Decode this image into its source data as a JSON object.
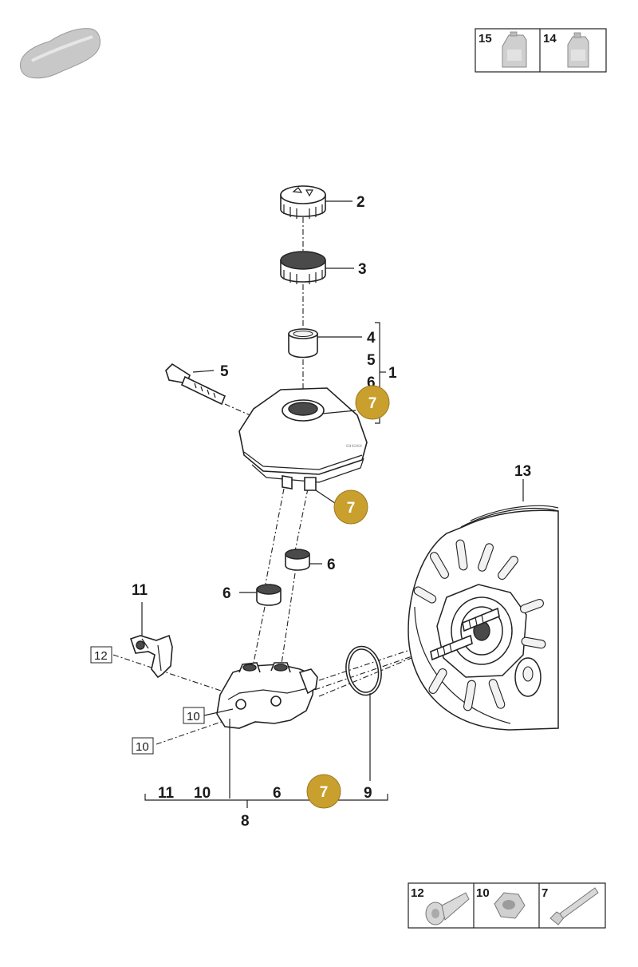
{
  "header_table": [
    {
      "number": "15",
      "icon": "oil-canister-icon"
    },
    {
      "number": "14",
      "icon": "oil-canister-icon"
    }
  ],
  "footer_table": [
    {
      "number": "12",
      "icon": "bolt-icon"
    },
    {
      "number": "10",
      "icon": "hex-nut-icon"
    },
    {
      "number": "7",
      "icon": "stud-screw-icon"
    }
  ],
  "callouts": {
    "p2": "2",
    "p3": "3",
    "p4": "4",
    "p5a": "5",
    "p5b": "5",
    "p6a": "6",
    "p1": "1",
    "p13": "13",
    "p6b": "6",
    "p6c": "6",
    "p11": "11",
    "p9": "9",
    "p8": "8",
    "g11": "11",
    "g10": "10",
    "g6": "6",
    "g9": "9"
  },
  "boxed_callouts": {
    "b12": "12",
    "b10a": "10",
    "b10b": "10"
  },
  "badges": {
    "badge_a": "7",
    "badge_b": "7",
    "badge_c": "7"
  },
  "colors": {
    "badge": "#c9a02e",
    "line": "#222222",
    "car_silhouette": "#c8c8c8"
  }
}
